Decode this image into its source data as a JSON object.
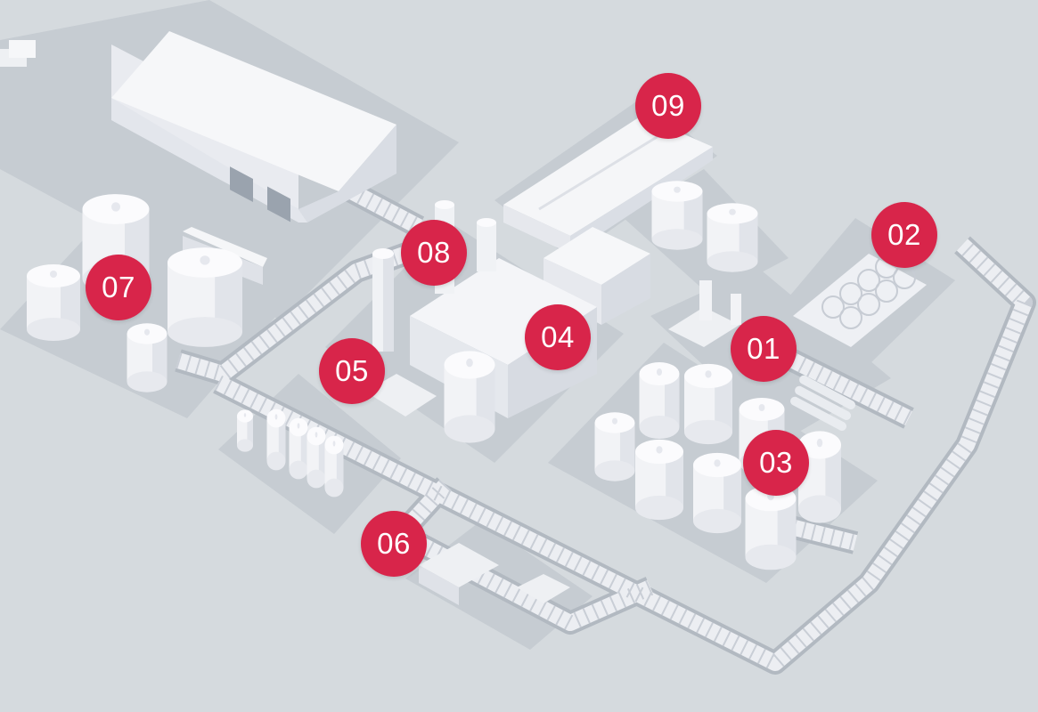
{
  "markers": [
    "01",
    "02",
    "03",
    "04",
    "05",
    "06",
    "07",
    "08",
    "09"
  ],
  "colors": {
    "background": "#d5dade",
    "pad": "#c5cbd1",
    "structure": "#f3f4f7",
    "shade": "#dde0e6",
    "marker": "#d8254a",
    "marker_text": "#ffffff"
  }
}
